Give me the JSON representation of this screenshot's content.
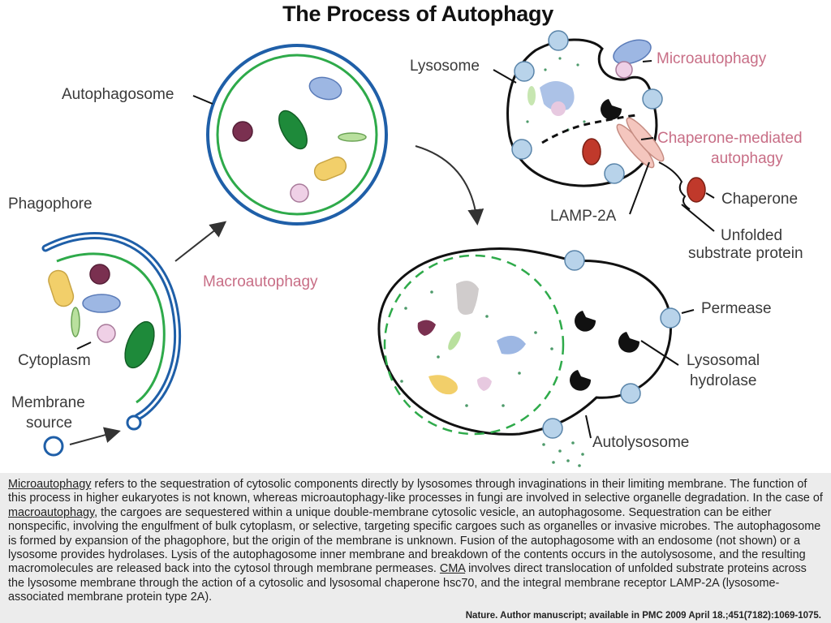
{
  "title": "The Process of Autophagy",
  "labels": {
    "autophagosome": "Autophagosome",
    "phagophore": "Phagophore",
    "cytoplasm": "Cytoplasm",
    "membrane_source_1": "Membrane",
    "membrane_source_2": "source",
    "macroautophagy": "Macroautophagy",
    "lysosome": "Lysosome",
    "microautophagy": "Microautophagy",
    "cma_1": "Chaperone-mediated",
    "cma_2": "autophagy",
    "chaperone": "Chaperone",
    "lamp2a": "LAMP-2A",
    "unfolded_1": "Unfolded",
    "unfolded_2": "substrate protein",
    "permease": "Permease",
    "hydrolase_1": "Lysosomal",
    "hydrolase_2": "hydrolase",
    "autolysosome": "Autolysosome"
  },
  "caption": {
    "t1": "Microautophagy",
    "t2": " refers to the sequestration of cytosolic components directly by lysosomes through invaginations in their limiting membrane. The function of this process in higher eukaryotes is not known, whereas microautophagy-like processes in fungi are involved in selective organelle degradation. In the case of ",
    "t3": "macroautophagy",
    "t4": ", the cargoes are sequestered within a unique double-membrane cytosolic vesicle, an autophagosome. Sequestration can be either nonspecific, involving the engulfment of bulk cytoplasm, or selective, targeting specific cargoes such as organelles or invasive microbes. The autophagosome is formed by expansion of the phagophore, but the origin of the membrane is unknown. Fusion of the autophagosome with an endosome (not shown) or a lysosome provides hydrolases. Lysis of the autophagosome inner membrane and breakdown of the contents occurs in the autolysosome, and the resulting macromolecules are released back into the cytosol through membrane permeases. ",
    "t5": "CMA",
    "t6": " involves direct translocation of unfolded substrate proteins across the lysosome membrane through the action of a cytosolic and lysosomal chaperone hsc70, and the integral membrane receptor LAMP-2A (lysosome-associated membrane protein type 2A)."
  },
  "citation": "Nature. Author manuscript; available in PMC 2009 April 18.;451(7182):1069-1075.",
  "colors": {
    "outer_membrane": "#1f5fa8",
    "inner_membrane": "#2eaa4a",
    "lysosome_bead": "#b8d3ea",
    "green_organelle": "#1e8a3a",
    "yellow_organelle": "#f2cf6a",
    "blue_organelle": "#9db7e3",
    "purple_organelle": "#7a3050",
    "pink_organelle": "#efd0e6",
    "chaperone": "#c0392b",
    "lamp2a": "#f4c6be",
    "label_pink": "#c86e86"
  }
}
